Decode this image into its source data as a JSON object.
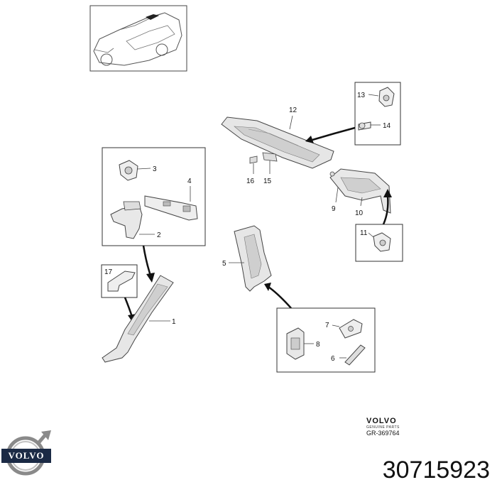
{
  "diagram": {
    "callouts": [
      "1",
      "2",
      "3",
      "4",
      "5",
      "6",
      "7",
      "8",
      "9",
      "10",
      "11",
      "12",
      "13",
      "14",
      "15",
      "16",
      "17"
    ],
    "brand": {
      "wordmark": "VOLVO",
      "subtitle": "GENUINE PARTS",
      "reference": "GR-369764"
    },
    "logo": {
      "wordmark": "VOLVO"
    },
    "part_number": "30715923"
  }
}
